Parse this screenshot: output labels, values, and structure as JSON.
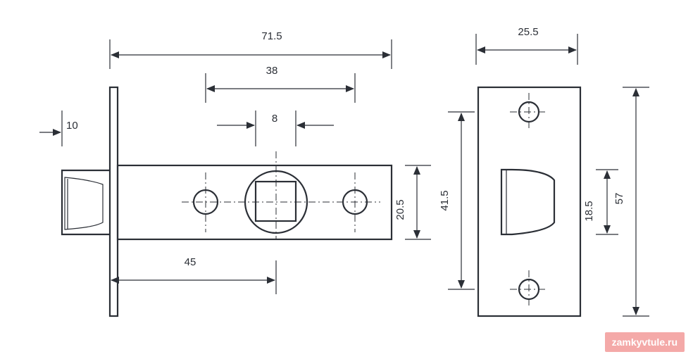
{
  "dimensions": {
    "overall_length": "71.5",
    "hole_spacing": "38",
    "square_spindle": "8",
    "faceplate_thickness": "10",
    "backset": "45",
    "body_height": "20.5",
    "strike_width": "25.5",
    "strike_hole_spacing": "41.5",
    "strike_latch_opening": "18.5",
    "strike_height": "57"
  },
  "watermark": {
    "text": "zamkyvtule.ru"
  },
  "colors": {
    "line": "#2b2f36",
    "watermark_bg": "#f4a9a8"
  }
}
